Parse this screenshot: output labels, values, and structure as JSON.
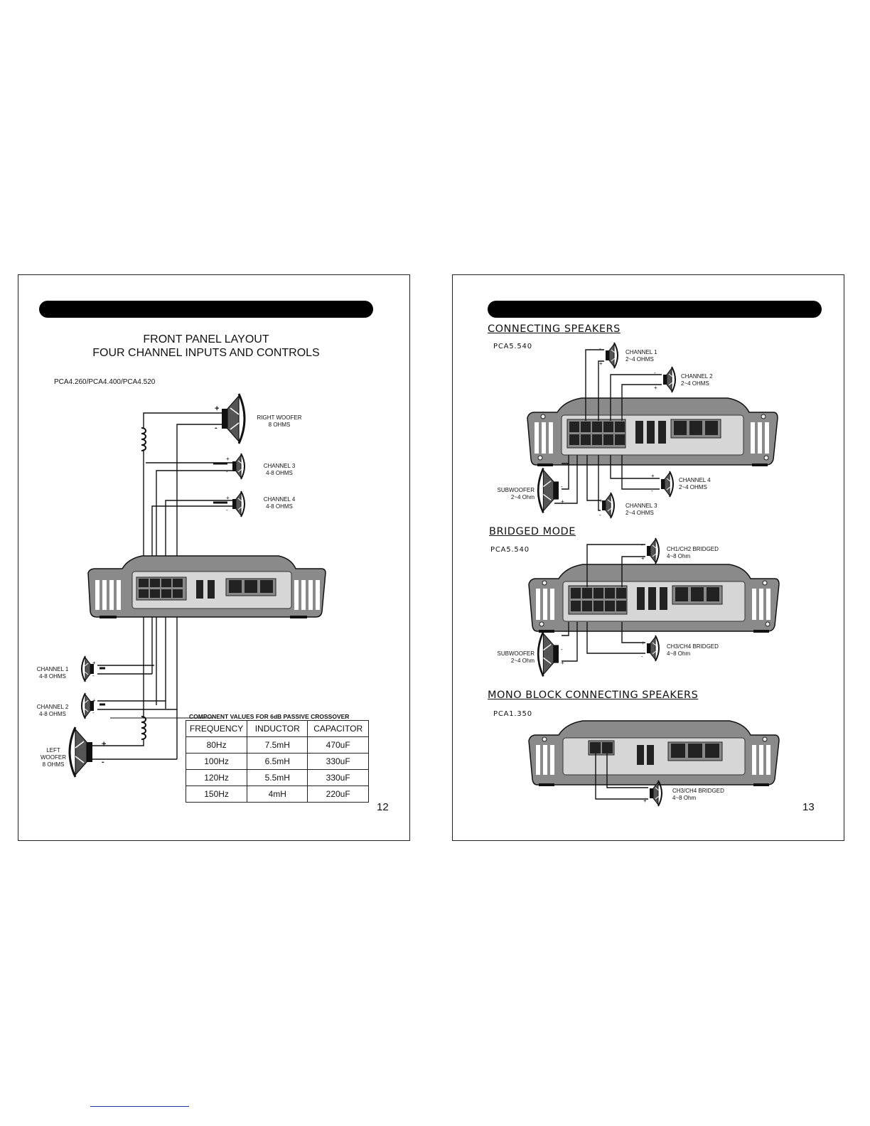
{
  "left_page": {
    "title_line1": "FRONT PANEL LAYOUT",
    "title_line2": "FOUR CHANNEL INPUTS AND CONTROLS",
    "models": "PCA4.260/PCA4.400/PCA4.520",
    "speakers": {
      "right_woofer": {
        "name": "RIGHT WOOFER",
        "spec": "8 OHMS"
      },
      "channel3": {
        "name": "CHANNEL 3",
        "spec": "4-8 OHMS"
      },
      "channel4": {
        "name": "CHANNEL 4",
        "spec": "4-8 OHMS"
      },
      "channel1": {
        "name": "CHANNEL 1",
        "spec": "4-8 OHMS"
      },
      "channel2": {
        "name": "CHANNEL 2",
        "spec": "4-8 OHMS"
      },
      "left_woofer": {
        "name_line1": "LEFT",
        "name_line2": "WOOFER",
        "spec": "8 OHMS"
      }
    },
    "table": {
      "caption": "COMPONENT VALUES FOR 6dB PASSIVE CROSSOVER",
      "headers": [
        "FREQUENCY",
        "INDUCTOR",
        "CAPACITOR"
      ],
      "rows": [
        [
          "80Hz",
          "7.5mH",
          "470uF"
        ],
        [
          "100Hz",
          "6.5mH",
          "330uF"
        ],
        [
          "120Hz",
          "5.5mH",
          "330uF"
        ],
        [
          "150Hz",
          "4mH",
          "220uF"
        ]
      ]
    },
    "page_number": "12"
  },
  "right_page": {
    "section1": {
      "heading": "CONNECTING SPEAKERS",
      "model": "PCA5.540",
      "ch1": {
        "name": "CHANNEL 1",
        "spec": "2~4 OHMS"
      },
      "ch2": {
        "name": "CHANNEL 2",
        "spec": "2~4 OHMS"
      },
      "ch4": {
        "name": "CHANNEL 4",
        "spec": "2~4 OHMS"
      },
      "ch3": {
        "name": "CHANNEL 3",
        "spec": "2~4 OHMS"
      },
      "sub": {
        "name": "SUBWOOFER",
        "spec": "2~4 Ohm"
      }
    },
    "section2": {
      "heading": "BRIDGED MODE",
      "model": "PCA5.540",
      "ch12": {
        "name": "CH1/CH2 BRIDGED",
        "spec": "4~8 Ohm"
      },
      "ch34": {
        "name": "CH3/CH4 BRIDGED",
        "spec": "4~8 Ohm"
      },
      "sub": {
        "name": "SUBWOOFER",
        "spec": "2~4 Ohm"
      }
    },
    "section3": {
      "heading": "MONO BLOCK CONNECTING SPEAKERS",
      "model": "PCA1.350",
      "ch34": {
        "name": "CH3/CH4 BRIDGED",
        "spec": "4~8 Ohm"
      }
    },
    "page_number": "13"
  },
  "signs": {
    "plus": "+",
    "minus": "-"
  }
}
